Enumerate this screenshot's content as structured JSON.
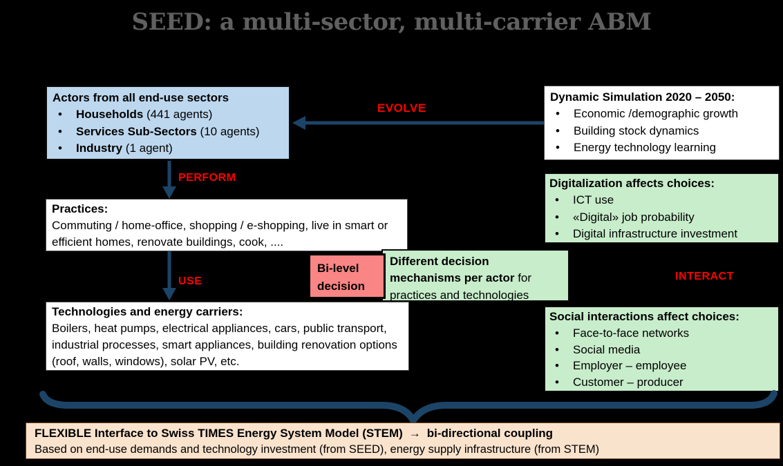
{
  "title": "SEED: a multi-sector, multi-carrier ABM",
  "colors": {
    "background": "#000000",
    "title_gray": "#606060",
    "actors_blue": "#BDD7EE",
    "green": "#C8EDCB",
    "pink": "#F98585",
    "orange": "#FAE3CD",
    "arrow_navy": "#1C4467",
    "label_red": "#FF0000"
  },
  "labels": {
    "evolve": "EVOLVE",
    "perform": "PERFORM",
    "use": "USE",
    "interact": "INTERACT"
  },
  "boxes": {
    "actors": {
      "heading": "Actors from all end-use sectors",
      "items": [
        {
          "bold": "Households",
          "rest": " (441 agents)"
        },
        {
          "bold": "Services Sub-Sectors",
          "rest": " (10 agents)"
        },
        {
          "bold": "Industry",
          "rest": " (1 agent)"
        }
      ]
    },
    "dynamic": {
      "heading": "Dynamic Simulation 2020 – 2050:",
      "items": [
        "Economic /demographic growth",
        "Building stock dynamics",
        "Energy technology learning"
      ]
    },
    "digitalization": {
      "heading": "Digitalization affects choices:",
      "items": [
        "ICT use",
        "«Digital» job probability",
        "Digital infrastructure investment"
      ]
    },
    "social": {
      "heading": "Social interactions affect choices:",
      "items": [
        "Face-to-face networks",
        "Social media",
        "Employer – employee",
        "Customer – producer"
      ]
    },
    "practices": {
      "heading": "Practices:",
      "body": "Commuting / home-office, shopping / e-shopping, live in smart or efficient homes, renovate buildings, cook, ...."
    },
    "technologies": {
      "heading": "Technologies and energy carriers:",
      "body": "Boilers, heat pumps, electrical appliances, cars, public transport, industrial processes, smart appliances, building renovation options (roof, walls, windows), solar PV, etc."
    },
    "bilevel": {
      "text": "Bi-level decision"
    },
    "decision": {
      "bold": "Different decision mechanisms  per actor",
      "rest": " for practices and technologies"
    }
  },
  "footer": {
    "line1_bold": "FLEXIBLE Interface to Swiss TIMES Energy System Model (STEM)",
    "arrow": "→",
    "line1_rest": "bi-directional coupling",
    "line2": "Based on end-use demands and technology investment (from SEED), energy supply infrastructure (from STEM)"
  }
}
